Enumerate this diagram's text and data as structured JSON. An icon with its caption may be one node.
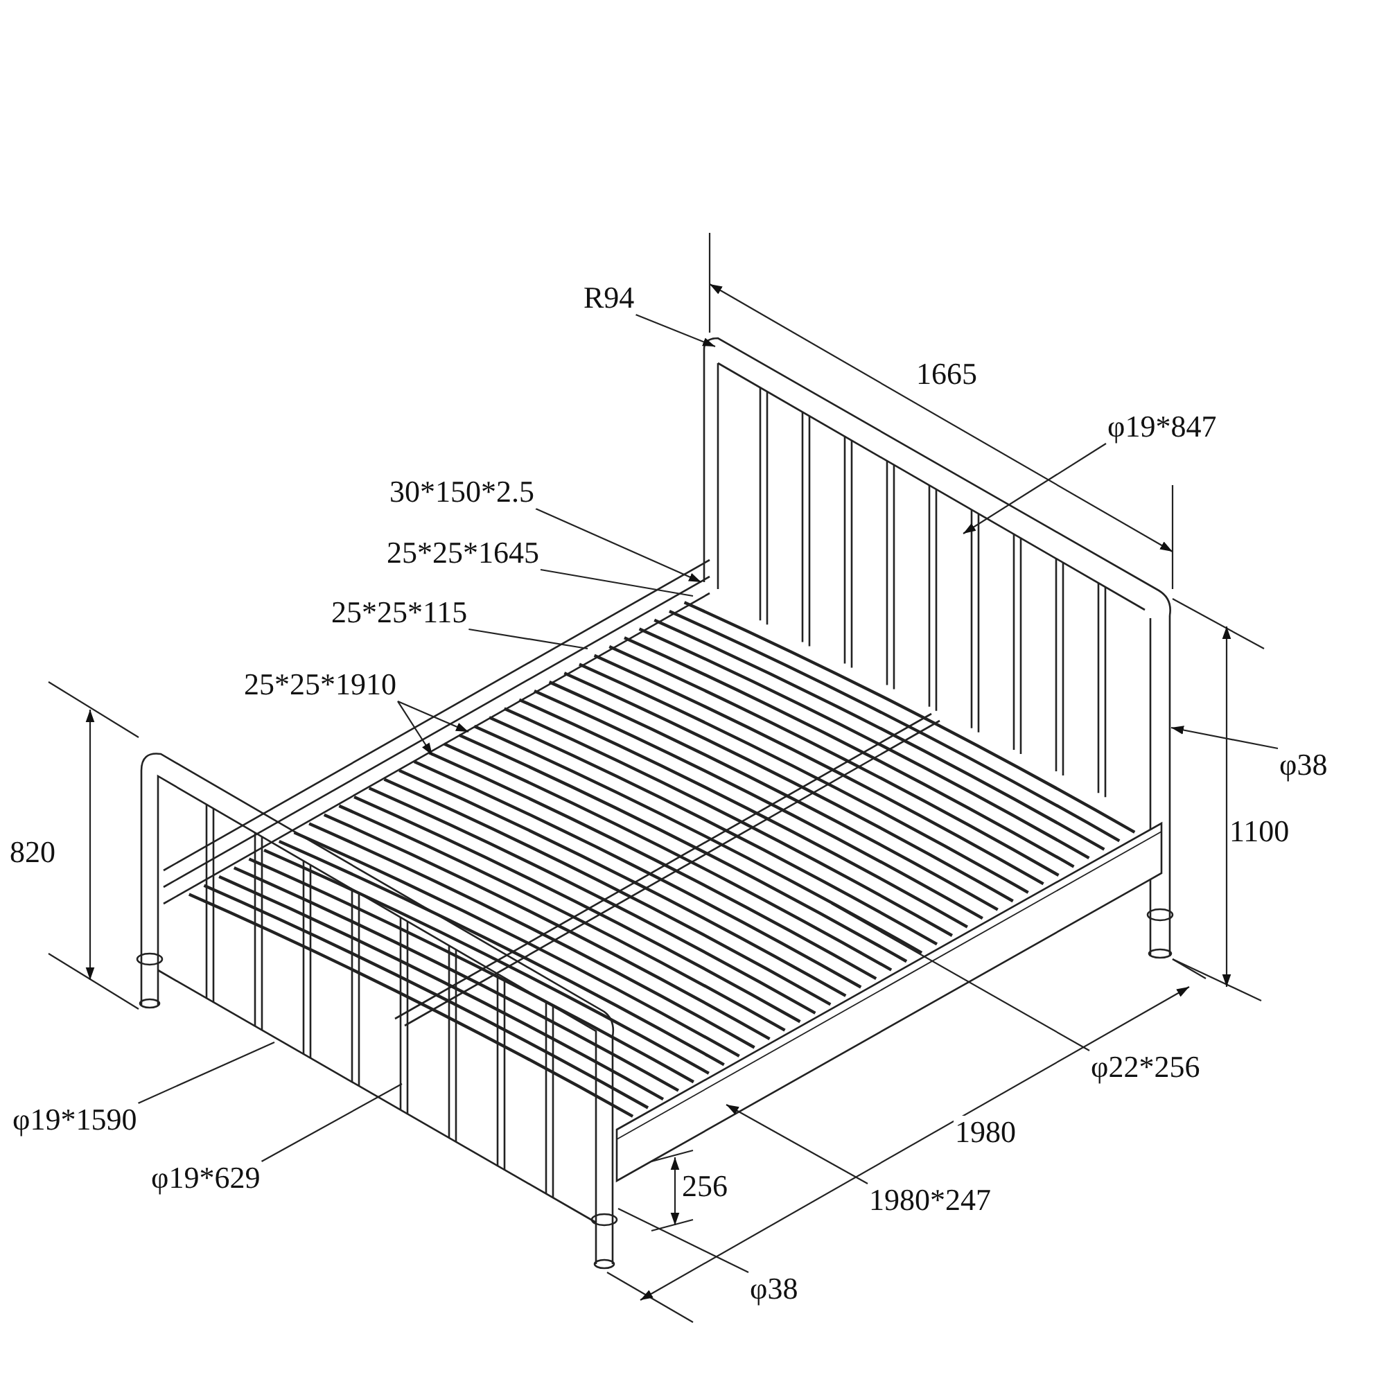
{
  "diagram": {
    "nodes": [
      {
        "text": [
          "R94"
        ]
      },
      {
        "text": [
          "φ19*847"
        ]
      },
      {
        "text": [
          "30*150*2.5"
        ]
      },
      {
        "text": [
          "25*25*1645"
        ]
      },
      {
        "text": [
          "25*25*115"
        ]
      },
      {
        "text": [
          "25*25*1910"
        ]
      },
      {
        "text": [
          "φ38"
        ]
      },
      {
        "text": [
          "φ22*256"
        ]
      },
      {
        "text": [
          "φ19*1590"
        ]
      },
      {
        "text": [
          "φ19*629"
        ]
      },
      {
        "text": [
          "1980*247"
        ]
      },
      {
        "text": [
          "φ38"
        ]
      }
    ],
    "edges": [
      {
        "from": 0,
        "to": null,
        "arrow": "to"
      },
      {
        "from": 1,
        "to": null,
        "arrow": "to"
      },
      {
        "from": 2,
        "to": null,
        "arrow": "to"
      },
      {
        "from": 3,
        "to": null,
        "arrow": "none"
      },
      {
        "from": 4,
        "to": null,
        "arrow": "none"
      },
      {
        "from": 5,
        "to": null,
        "arrow": "to"
      },
      {
        "from": 5,
        "to": null,
        "arrow": "to"
      },
      {
        "from": 6,
        "to": null,
        "arrow": "to"
      },
      {
        "from": 7,
        "to": null,
        "arrow": "none"
      },
      {
        "from": 8,
        "to": null,
        "arrow": "none"
      },
      {
        "from": 9,
        "to": null,
        "arrow": "none"
      },
      {
        "from": 10,
        "to": null,
        "arrow": "to"
      },
      {
        "from": 11,
        "to": null,
        "arrow": "none"
      }
    ],
    "labels": [
      "1665",
      "1100",
      "820",
      "1980",
      "256"
    ]
  }
}
